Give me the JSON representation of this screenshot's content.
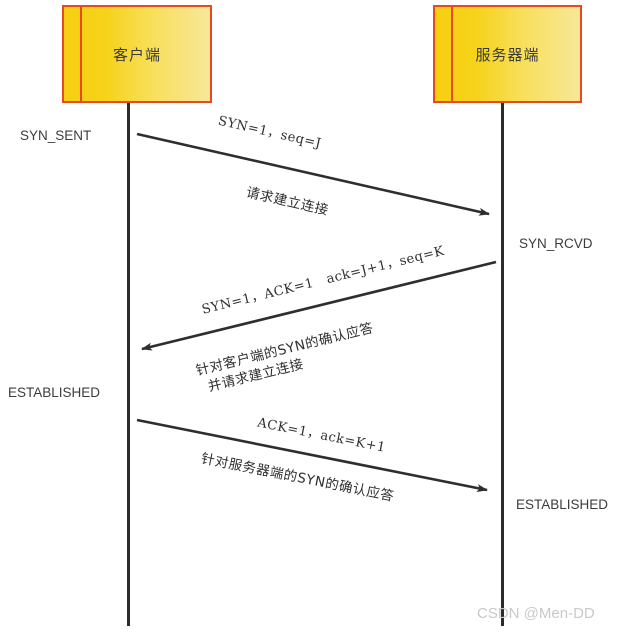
{
  "diagram": {
    "title": "TCP three-way handshake sequence diagram",
    "colors": {
      "box_border": "#e8491e",
      "box_fill_start": "#f7cf12",
      "box_fill_end": "#f7e79a",
      "lifeline": "#2b2b2b",
      "arrow": "#2e2e2e",
      "text": "#2e2e2e",
      "watermark": "#c9c9c9",
      "background": "#ffffff"
    }
  },
  "nodes": [
    {
      "id": "client",
      "label": "客户端"
    },
    {
      "id": "server",
      "label": "服务器端"
    }
  ],
  "messages": [
    {
      "id": "syn",
      "direction": "client-to-server",
      "code": "SYN=1，seq=J",
      "description": [
        "请求建立连接"
      ]
    },
    {
      "id": "syn-ack",
      "direction": "server-to-client",
      "code": "SYN=1，ACK=1　ack=J+1，seq=K",
      "description": [
        "针对客户端的SYN的确认应答",
        "并请求建立连接"
      ]
    },
    {
      "id": "ack",
      "direction": "client-to-server",
      "code": "ACK=1，ack=K+1",
      "description": [
        "针对服务器端的SYN的确认应答"
      ]
    }
  ],
  "states": {
    "client": [
      {
        "id": "client-syn-sent",
        "label": "SYN_SENT"
      },
      {
        "id": "client-established",
        "label": "ESTABLISHED"
      }
    ],
    "server": [
      {
        "id": "server-syn-rcvd",
        "label": "SYN_RCVD"
      },
      {
        "id": "server-established",
        "label": "ESTABLISHED"
      }
    ]
  },
  "watermark": {
    "text": "CSDN @Men-DD"
  }
}
